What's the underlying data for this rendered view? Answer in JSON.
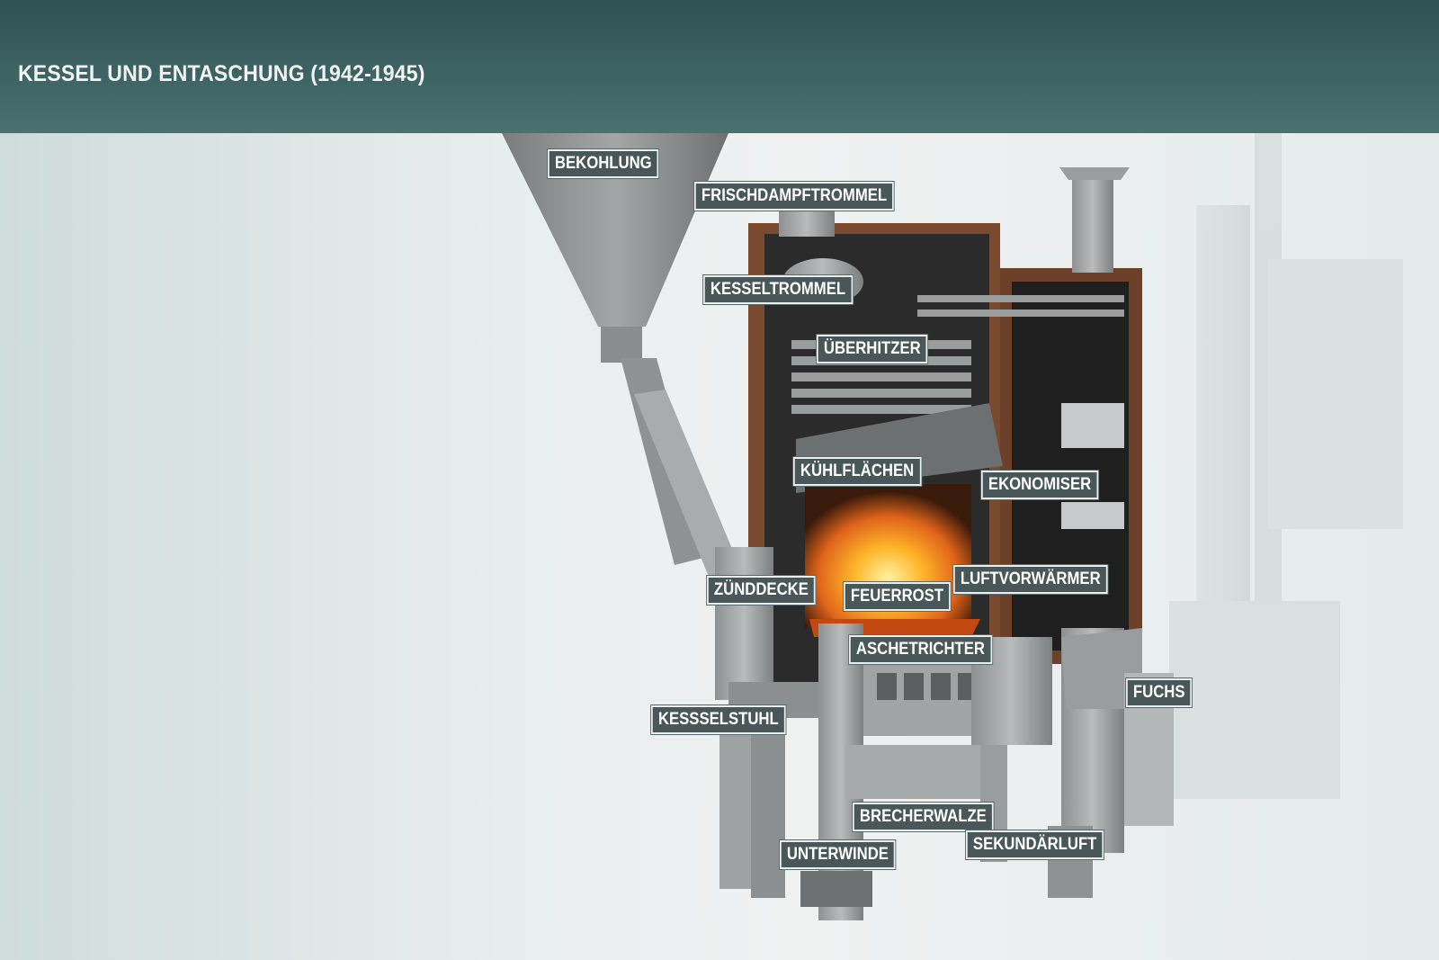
{
  "header": {
    "title": "KESSEL UND ENTASCHUNG (1942-1945)"
  },
  "colors": {
    "header": "#3f6466",
    "label_bg": "#4a5759",
    "label_text": "#ffffff",
    "fire": "#f59a1c",
    "brick": "#7a4a2e"
  },
  "labels": {
    "bekohlung": "BEKOHLUNG",
    "frischdampftrommel": "FRISCHDAMPFTROMMEL",
    "kesseltrommel": "KESSELTROMMEL",
    "ueberhitzer": "ÜBERHITZER",
    "kuehlflaechen": "KÜHLFLÄCHEN",
    "ekonomiser": "EKONOMISER",
    "zuenddecke": "ZÜNDDECKE",
    "feuerrost": "FEUERROST",
    "luftvorwaermer": "LUFTVORWÄRMER",
    "aschetrichter": "ASCHETRICHTER",
    "fuchs": "FUCHS",
    "kessselstuhl": "KESSSELSTUHL",
    "brecherwalze": "BRECHERWALZE",
    "sekundaerluft": "SEKUNDÄRLUFT",
    "unterwinde": "UNTERWINDE"
  }
}
